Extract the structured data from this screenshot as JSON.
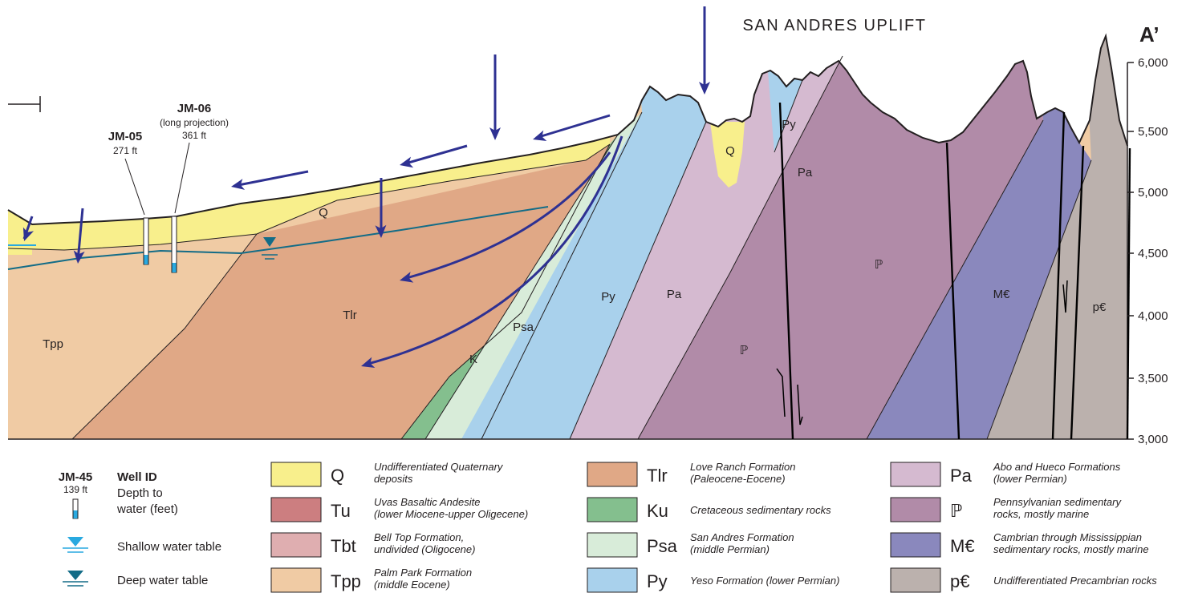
{
  "title": "SAN ANDRES UPLIFT",
  "section_end_label": "A’",
  "elevation_axis": {
    "ticks": [
      "6,000",
      "5,500",
      "5,000",
      "4,500",
      "4,000",
      "3,500",
      "3,000"
    ]
  },
  "wells": [
    {
      "id": "JM-05",
      "note": "",
      "depth": "271 ft"
    },
    {
      "id": "JM-06",
      "note": "(long projection)",
      "depth": "361 ft"
    }
  ],
  "unit_labels": {
    "q": "Q",
    "q_valley": "Q",
    "tpp": "Tpp",
    "tlr": "Tlr",
    "k": "K",
    "psa": "Psa",
    "py": "Py",
    "py_top": "Py",
    "pa": "Pa",
    "pa_top": "Pa",
    "penn_1": "ℙ",
    "penn_2": "ℙ",
    "mc": "M€",
    "pc": "p€"
  },
  "colors": {
    "Q": "#f8ef8c",
    "Tu": "#cc7e80",
    "Tbt": "#dfaeb0",
    "Tpp": "#f0cba4",
    "Tlr": "#e0a886",
    "Ku": "#84bf8e",
    "Psa": "#d8ecd9",
    "Py": "#a9d1ec",
    "Pa": "#d5bad0",
    "Penn": "#b18ba8",
    "MC": "#8a88bd",
    "pC": "#bbb1ad",
    "arrow": "#2e3192",
    "water_shallow": "#29a9e0",
    "water_deep": "#136c87"
  },
  "legend": {
    "well": {
      "id": "JM-45",
      "depth": "139 ft",
      "title": "Well ID",
      "line1": "Depth to",
      "line2": "water (feet)"
    },
    "shallow": "Shallow water table",
    "deep": "Deep water table",
    "units": [
      {
        "code": "Q",
        "desc1": "Undifferentiated Quaternary",
        "desc2": "deposits"
      },
      {
        "code": "Tu",
        "desc1": "Uvas Basaltic Andesite",
        "desc2": "(lower Miocene-upper Oligecene)"
      },
      {
        "code": "Tbt",
        "desc1": "Bell Top Formation,",
        "desc2": "undivided (Oligocene)"
      },
      {
        "code": "Tpp",
        "desc1": "Palm Park Formation",
        "desc2": "(middle Eocene)"
      },
      {
        "code": "Tlr",
        "desc1": "Love Ranch Formation",
        "desc2": "(Paleocene-Eocene)"
      },
      {
        "code": "Ku",
        "desc1": "Cretaceous sedimentary rocks",
        "desc2": ""
      },
      {
        "code": "Psa",
        "desc1": "San Andres Formation",
        "desc2": "(middle Permian)"
      },
      {
        "code": "Py",
        "desc1": "Yeso Formation (lower Permian)",
        "desc2": ""
      },
      {
        "code": "Pa",
        "desc1": "Abo and Hueco Formations",
        "desc2": "(lower Permian)"
      },
      {
        "code": "ℙ",
        "desc1": "Pennsylvanian sedimentary",
        "desc2": "rocks, mostly marine"
      },
      {
        "code": "M€",
        "desc1": "Cambrian through Mississippian",
        "desc2": "sedimentary rocks, mostly marine"
      },
      {
        "code": "p€",
        "desc1": "Undifferentiated Precambrian rocks",
        "desc2": ""
      }
    ]
  }
}
